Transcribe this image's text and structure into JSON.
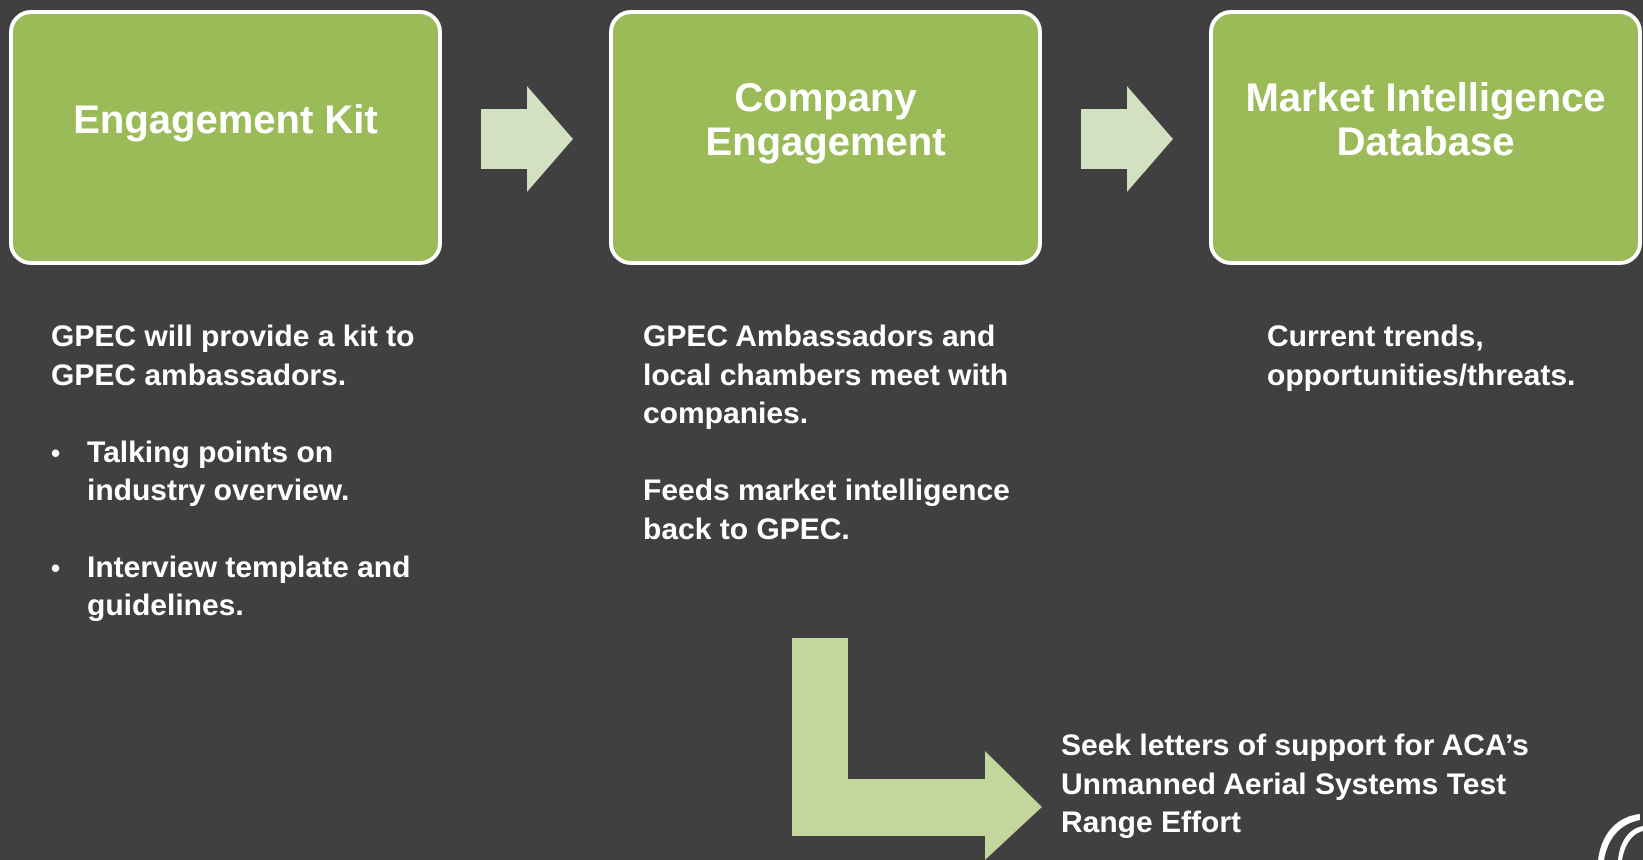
{
  "stages": [
    {
      "title": "Engagement Kit"
    },
    {
      "title": "Company Engagement"
    },
    {
      "title": "Market Intelligence Database"
    }
  ],
  "kit_description": {
    "intro": "GPEC will provide a kit to GPEC ambassadors.",
    "bullets": [
      "Talking points on industry overview.",
      "Interview template and guidelines."
    ]
  },
  "engagement_description": {
    "paragraph1": "GPEC Ambassadors and local chambers meet with companies.",
    "paragraph2": "Feeds market intelligence back to GPEC."
  },
  "database_description": {
    "text": "Current trends, opportunities/threats."
  },
  "outcome": {
    "text": "Seek letters of support for ACA’s Unmanned Aerial Systems Test Range Effort"
  },
  "bullet_glyph": "•",
  "colors": {
    "background": "#404040",
    "box_fill": "#9bbb59",
    "box_border": "#ffffff",
    "arrow_light": "#d3e1c2",
    "arrow_elbow": "#c3d69b",
    "text": "#ffffff"
  }
}
